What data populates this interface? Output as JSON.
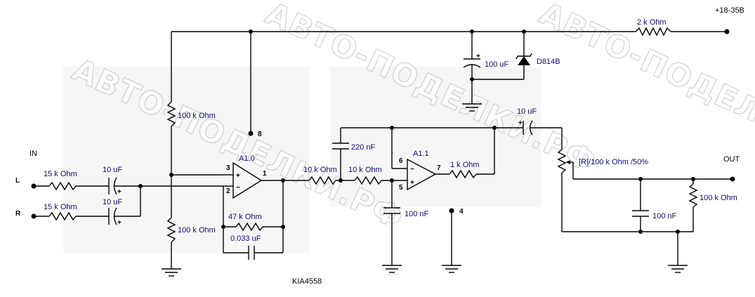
{
  "watermark": "АВТО-ПОДЕЛКИ.РФ",
  "supply_label": "+18-35В",
  "inputs": {
    "section": "IN",
    "left": "L",
    "right": "R"
  },
  "output_label": "OUT",
  "chip_label": "KIA4558",
  "opamps": {
    "a": "A1.0",
    "b": "A1.1"
  },
  "pins": {
    "p1": "1",
    "p2": "2",
    "p3": "3",
    "p4": "4",
    "p5": "5",
    "p6": "6",
    "p7": "7",
    "p8": "8"
  },
  "components": {
    "r_supply": "2 k Ohm",
    "c_supply": "100 uF",
    "zener": "D814В",
    "r_bias_top": "100 k Ohm",
    "r_bias_bot": "100 k Ohm",
    "r_in_l": "15 k Ohm",
    "r_in_r": "15 k Ohm",
    "c_in_l": "10 uF",
    "c_in_r": "10 uF",
    "r_fb": "47 k Ohm",
    "c_fb": "0.033 uF",
    "r_f1": "10 k Ohm",
    "r_f2": "10 k Ohm",
    "c_f1": "220 nF",
    "c_f2": "100 nF",
    "r_out": "1 k Ohm",
    "c_out": "10 uF",
    "pot": "[R]/100 k Ohm /50%",
    "c_load": "100 nF",
    "r_load": "100 k Ohm"
  },
  "polarity_mark": "+",
  "opamp_inverting_mark": "−",
  "opamp_noninverting_mark": "+"
}
